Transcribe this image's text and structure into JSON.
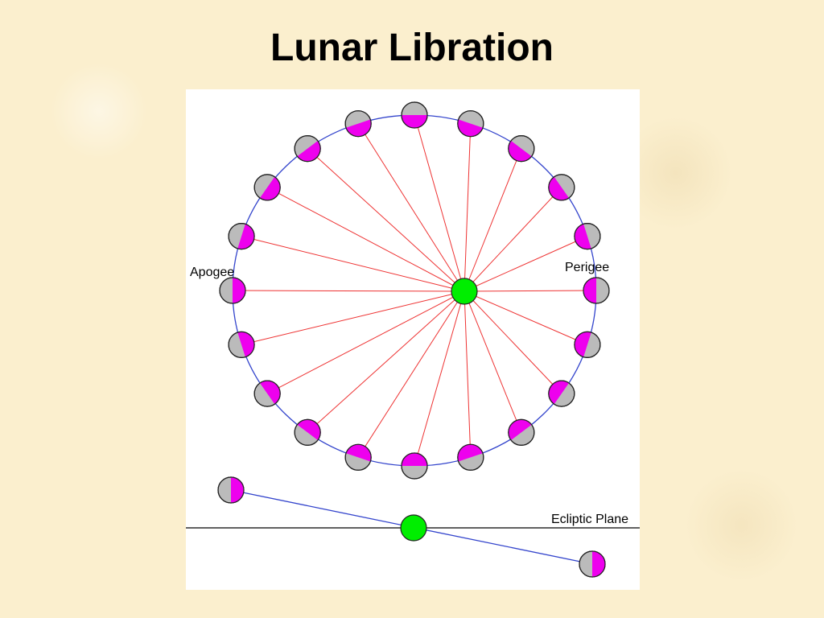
{
  "slide": {
    "title": "Lunar Libration"
  },
  "diagram": {
    "labels": {
      "apogee": "Apogee",
      "perigee": "Perigee",
      "ecliptic_plane": "Ecliptic Plane"
    },
    "colors": {
      "orbit": "#3344cc",
      "sight_line": "#ee3333",
      "earth": "#00ee00",
      "moon_near_side": "#ee00ee",
      "moon_far_side": "#bbbbbb",
      "ecliptic_line": "#000000",
      "panel_background": "#ffffff",
      "slide_background": "#fbefce"
    }
  }
}
